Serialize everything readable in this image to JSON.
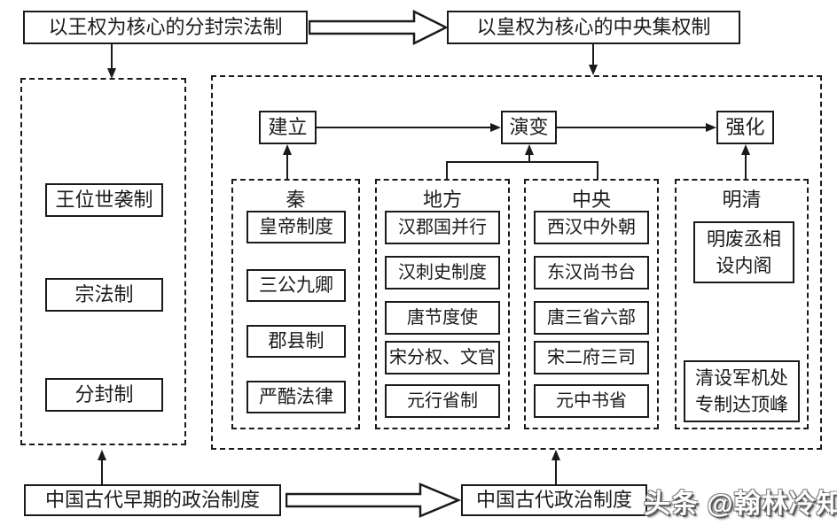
{
  "colors": {
    "line": "#1a1a1a",
    "background": "#ffffff",
    "watermark_fill": "#ffffff",
    "watermark_shadow": "#5a5a5a"
  },
  "top": {
    "left_box": "以王权为核心的分封宗法制",
    "right_box": "以皇权为核心的中央集权制"
  },
  "flow": {
    "establish": "建立",
    "evolve": "演变",
    "strengthen": "强化"
  },
  "left_panel": {
    "items": [
      "王位世袭制",
      "宗法制",
      "分封制"
    ]
  },
  "columns": [
    {
      "header": "秦",
      "items": [
        "皇帝制度",
        "三公九卿",
        "郡县制",
        "严酷法律"
      ]
    },
    {
      "header": "地方",
      "items": [
        "汉郡国并行",
        "汉刺史制度",
        "唐节度使",
        "宋分权、文官",
        "元行省制"
      ]
    },
    {
      "header": "中央",
      "items": [
        "西汉中外朝",
        "东汉尚书台",
        "唐三省六部",
        "宋二府三司",
        "元中书省"
      ]
    },
    {
      "header": "明清",
      "items": [
        "明废丞相\n设内阁",
        "清设军机处\n专制达顶峰"
      ]
    }
  ],
  "bottom": {
    "left_box": "中国古代早期的政治制度",
    "right_box": "中国古代政治制度",
    "watermark": "头条 @翰林冷知识"
  }
}
